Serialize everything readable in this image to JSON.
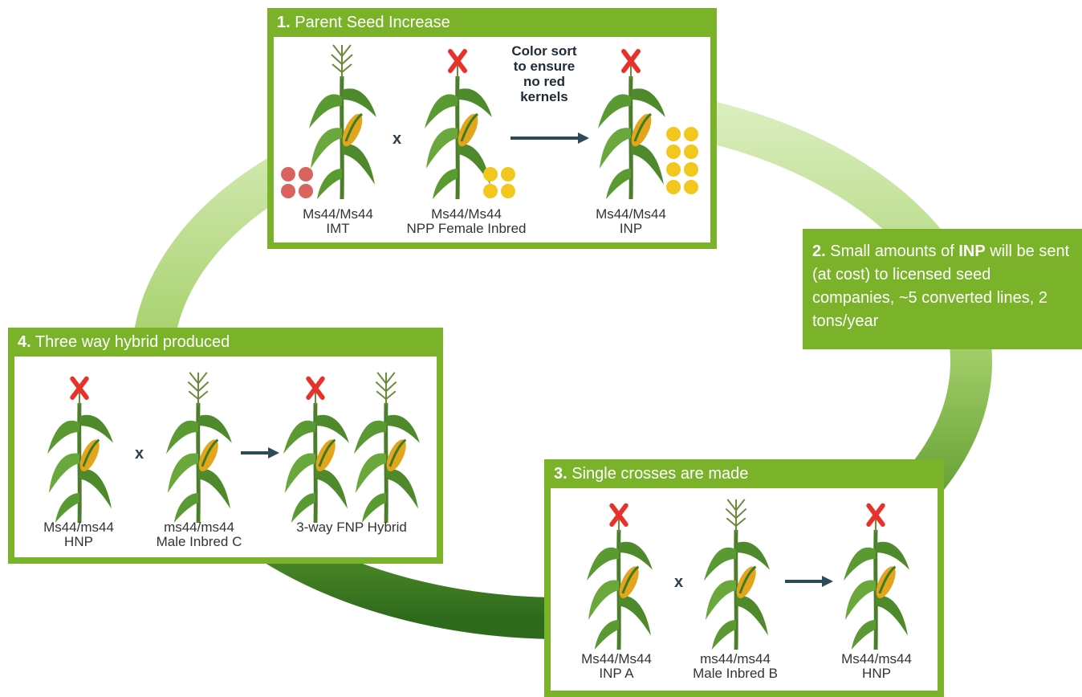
{
  "panels": {
    "p1": {
      "num": "1.",
      "title": "Parent Seed Increase"
    },
    "p3": {
      "num": "3.",
      "title": "Single crosses are made"
    },
    "p4": {
      "num": "4.",
      "title": "Three way hybrid produced"
    }
  },
  "p1_labels": {
    "a1": "Ms44/Ms44",
    "a2": "IMT",
    "b1": "Ms44/Ms44",
    "b2": "NPP Female Inbred",
    "c1": "Ms44/Ms44",
    "c2": "INP",
    "note1": "Color sort",
    "note2": "to ensure",
    "note3": "no red",
    "note4": "kernels",
    "cross": "x"
  },
  "info": {
    "num": "2.",
    "t1": "Small amounts of ",
    "t2": "INP",
    "t3": " will be sent (at cost) to licensed seed companies, ~5 converted lines, 2 tons/year"
  },
  "p3_labels": {
    "a1": "Ms44/Ms44",
    "a2": "INP A",
    "b1": "ms44/ms44",
    "b2": "Male Inbred B",
    "c1": "Ms44/ms44",
    "c2": "HNP",
    "cross": "x"
  },
  "p4_labels": {
    "a1": "Ms44/ms44",
    "a2": "HNP",
    "b1": "ms44/ms44",
    "b2": "Male Inbred C",
    "c1": "3-way FNP Hybrid",
    "cross": "x"
  },
  "colors": {
    "panel_green": "#7ab32a",
    "ring_light": "#d4e9b4",
    "ring_dark": "#3f7a22",
    "arrow": "#2d4a5a",
    "seed_red": "#d9635f",
    "seed_yellow": "#f2c81e",
    "detassel_mark": "#e8312a"
  }
}
